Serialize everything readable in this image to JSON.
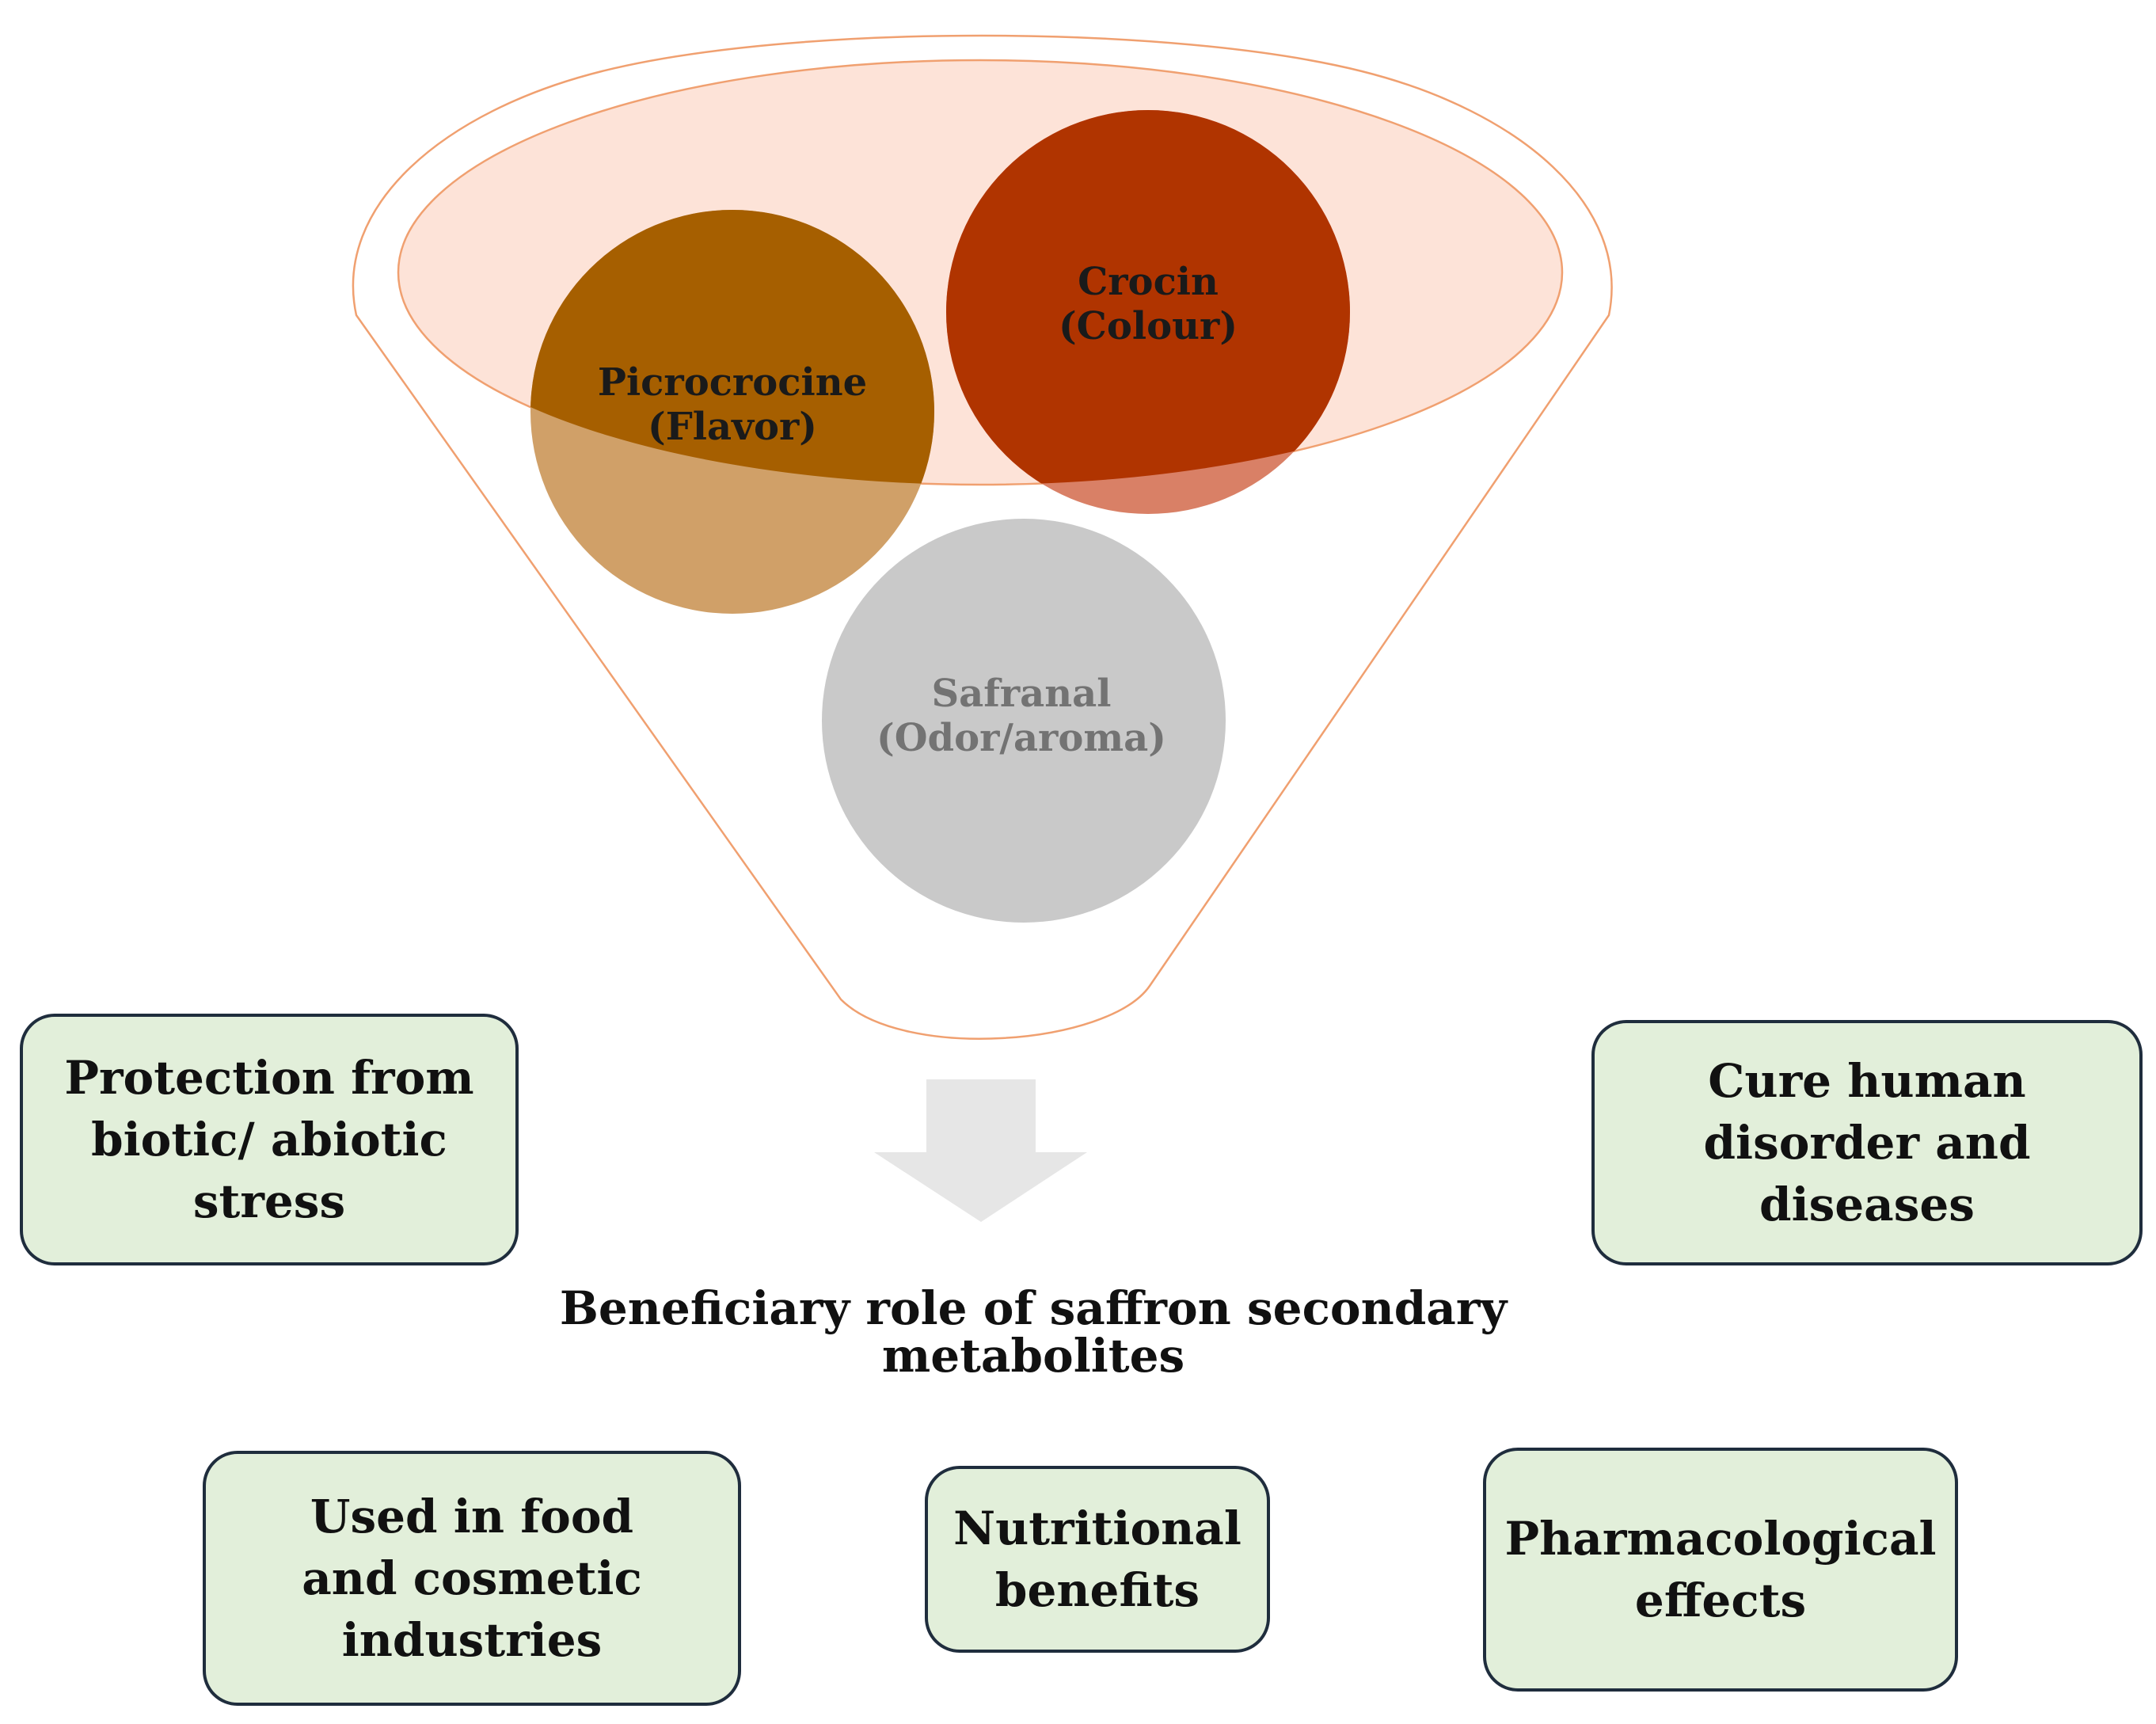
{
  "funnel": {
    "colors": {
      "outline": "#f0a070",
      "top_ellipse_fill": "#fde3d8",
      "picrocrocine_upper": "#a65f00",
      "picrocrocine_lower": "#d0a068",
      "crocin_upper": "#b03400",
      "crocin_lower": "#d98066",
      "safranal": "#c9c9c9",
      "arrow": "#e6e6e6"
    },
    "circles": [
      {
        "id": "crocin",
        "label": "Crocin\n(Colour)"
      },
      {
        "id": "picrocrocine",
        "label": "Picrocrocine\n(Flavor)"
      },
      {
        "id": "safranal",
        "label": "Safranal\n(Odor/aroma)"
      }
    ]
  },
  "center_title": "Beneficiary role of saffron secondary\nmetabolites",
  "boxes": {
    "protection": "Protection from\nbiotic/ abiotic\nstress",
    "cure": "Cure human\ndisorder and\ndiseases",
    "food": "Used in food\nand cosmetic\nindustries",
    "nutrition": "Nutritional\nbenefits",
    "pharma": "Pharmacological\neffects"
  }
}
